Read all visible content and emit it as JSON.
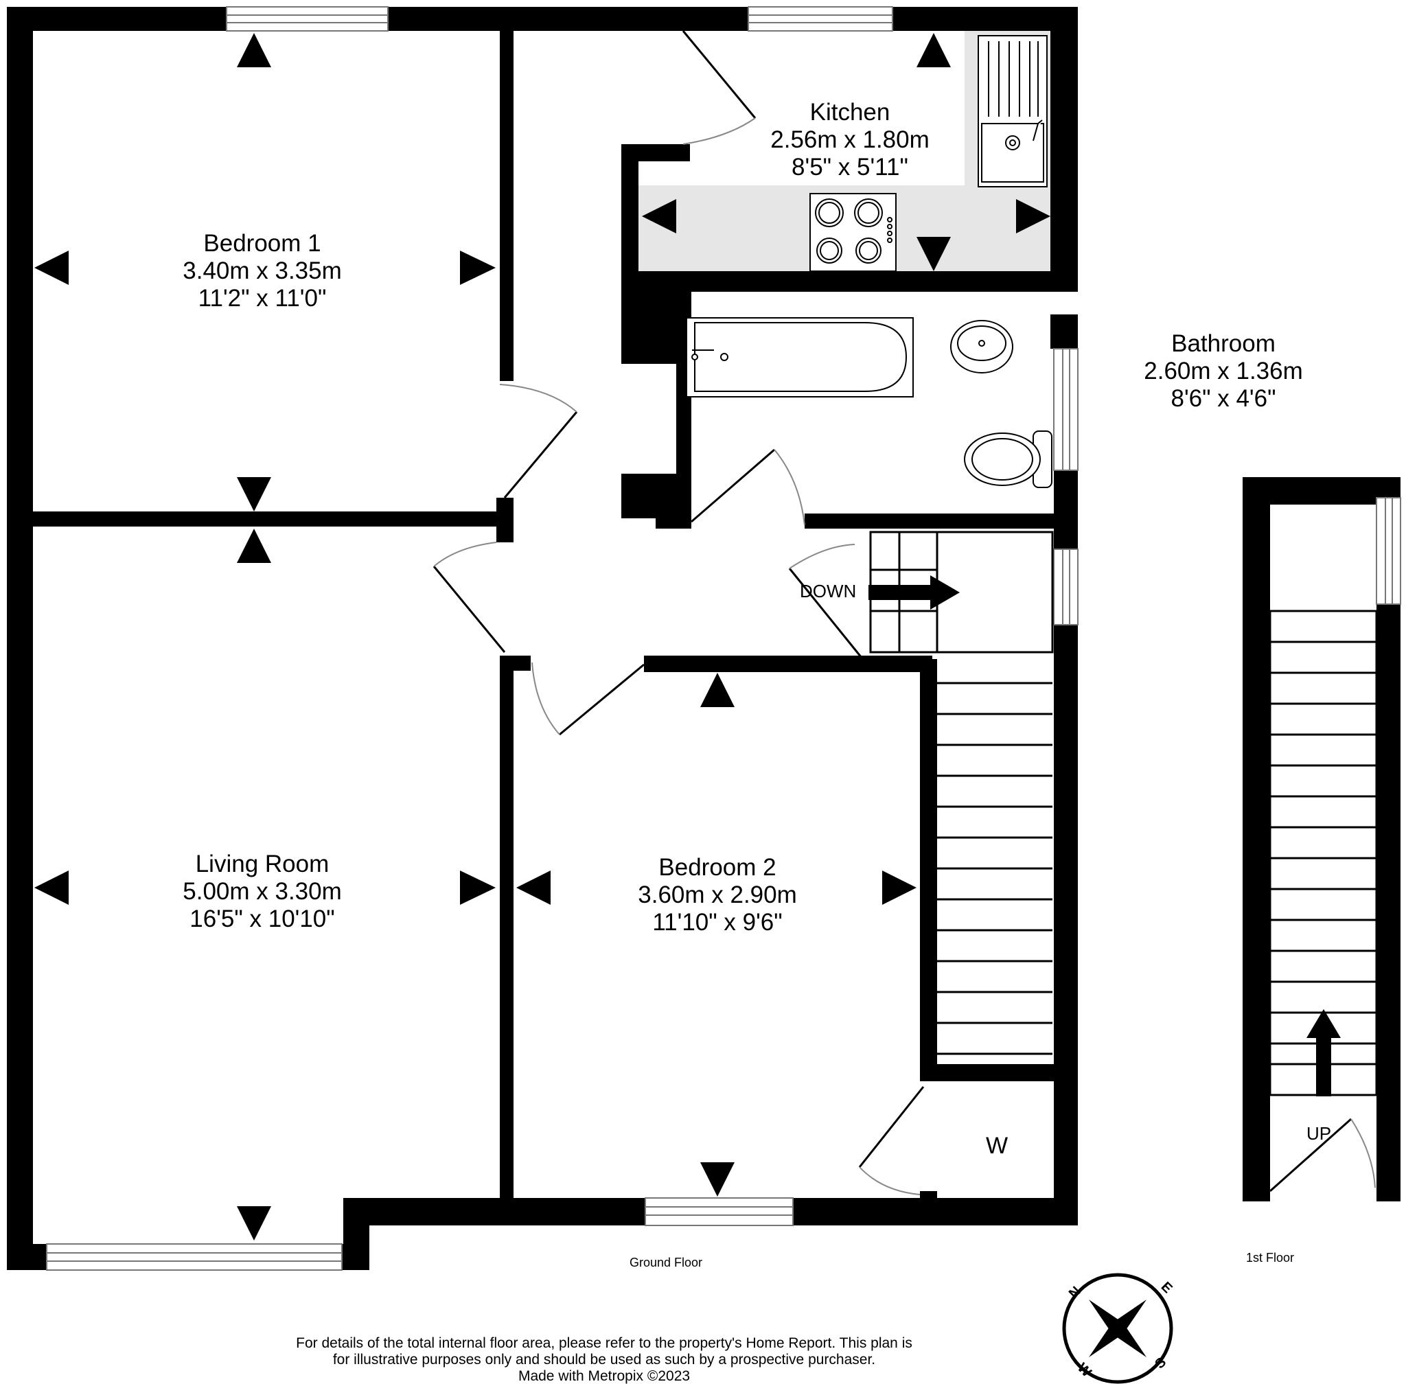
{
  "rooms": {
    "bedroom1": {
      "name": "Bedroom 1",
      "metric": "3.40m  x 3.35m",
      "imperial": "11'2\"  x 11'0\""
    },
    "kitchen": {
      "name": "Kitchen",
      "metric": "2.56m  x 1.80m",
      "imperial": "8'5\"  x 5'11\""
    },
    "bathroom": {
      "name": "Bathroom",
      "metric": "2.60m  x 1.36m",
      "imperial": "8'6\"  x 4'6\""
    },
    "living": {
      "name": "Living Room",
      "metric": "5.00m  x 3.30m",
      "imperial": "16'5\"  x 10'10\""
    },
    "bedroom2": {
      "name": "Bedroom 2",
      "metric": "3.60m  x 2.90m",
      "imperial": "11'10\"  x 9'6\""
    }
  },
  "labels": {
    "down": "DOWN",
    "up": "UP",
    "wardrobe": "W",
    "ground_floor": "Ground Floor",
    "first_floor": "1st Floor"
  },
  "compass": {
    "n": "N",
    "e": "E",
    "s": "S",
    "w": "W"
  },
  "disclaimer": {
    "line1": "For details of the total internal floor area, please refer to the property's Home Report. This plan is",
    "line2": "for illustrative purposes only and should be used as such by a prospective purchaser.",
    "line3": "Made with Metropix ©2023"
  }
}
